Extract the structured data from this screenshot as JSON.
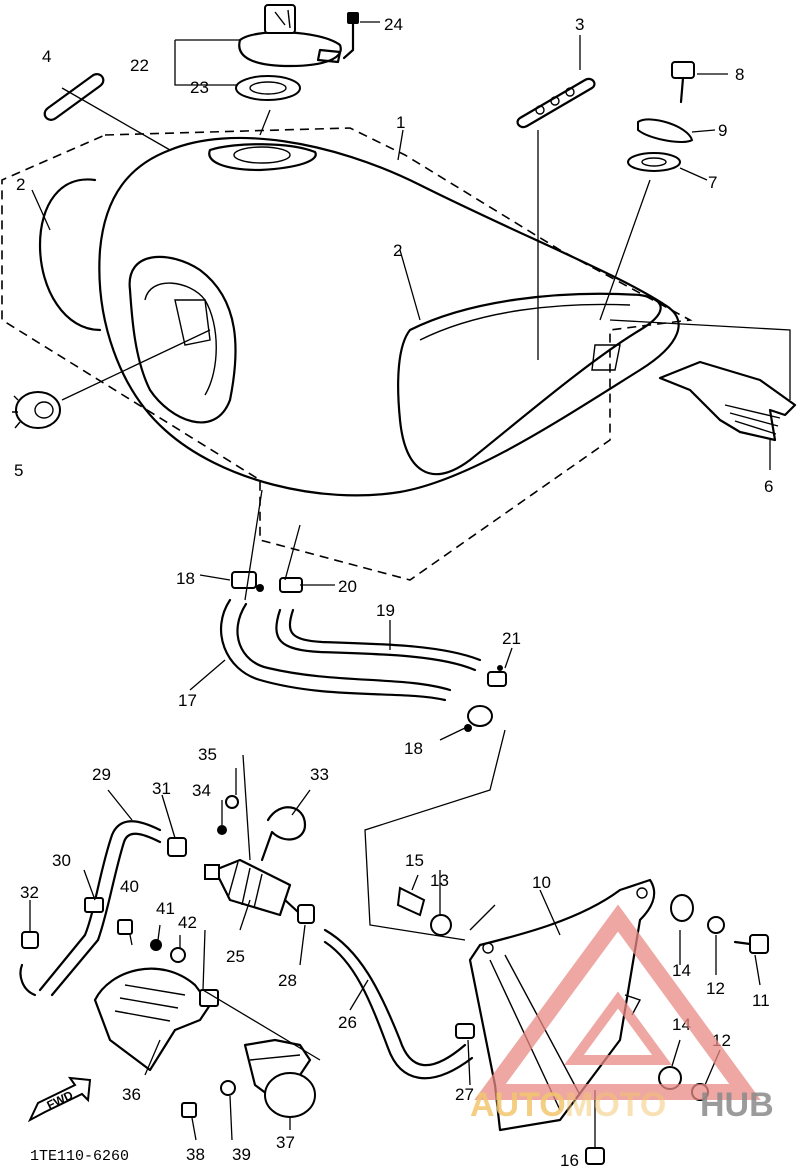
{
  "diagram": {
    "code": "1TE110-6260",
    "direction_badge": "FWD",
    "parts": [
      "1",
      "2",
      "2",
      "3",
      "4",
      "5",
      "6",
      "7",
      "8",
      "9",
      "10",
      "11",
      "12",
      "12",
      "13",
      "14",
      "14",
      "15",
      "16",
      "17",
      "18",
      "18",
      "19",
      "20",
      "21",
      "22",
      "23",
      "24",
      "25",
      "26",
      "27",
      "28",
      "29",
      "30",
      "31",
      "32",
      "33",
      "34",
      "35",
      "36",
      "37",
      "38",
      "39",
      "40",
      "41",
      "42"
    ]
  },
  "watermark": {
    "text_a": "AUTO",
    "text_b": "MOTO",
    "text_c": "HUB",
    "colors": {
      "triangle": "#e88a84",
      "auto": "#f2c66e",
      "hub": "#8a8a8a"
    }
  }
}
